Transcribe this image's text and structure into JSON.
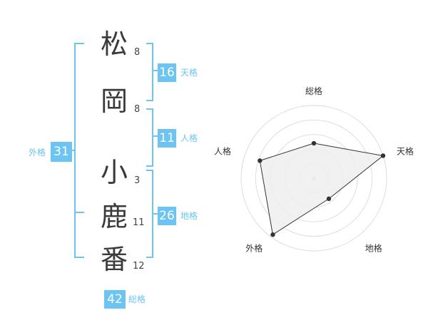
{
  "name": {
    "chars": [
      {
        "char": "松",
        "strokes": "8"
      },
      {
        "char": "岡",
        "strokes": "8"
      },
      {
        "char": "小",
        "strokes": "3"
      },
      {
        "char": "鹿",
        "strokes": "11"
      },
      {
        "char": "番",
        "strokes": "12"
      }
    ]
  },
  "kaku": {
    "tenkaku": {
      "value": "16",
      "label": "天格"
    },
    "jinkaku": {
      "value": "11",
      "label": "人格"
    },
    "chikaku": {
      "value": "26",
      "label": "地格"
    },
    "gaikaku": {
      "value": "31",
      "label": "外格"
    },
    "soukaku": {
      "value": "42",
      "label": "総格"
    }
  },
  "colors": {
    "accent": "#6cc4f2",
    "radar_fill": "#eeeeee",
    "radar_line": "#333333",
    "grid": "#dddddd"
  },
  "chart_data": {
    "type": "radar",
    "axes": [
      "総格",
      "天格",
      "地格",
      "外格",
      "人格"
    ],
    "values": [
      0.48,
      1.0,
      0.35,
      0.96,
      0.78
    ],
    "range": [
      0,
      1
    ],
    "grid": true
  }
}
